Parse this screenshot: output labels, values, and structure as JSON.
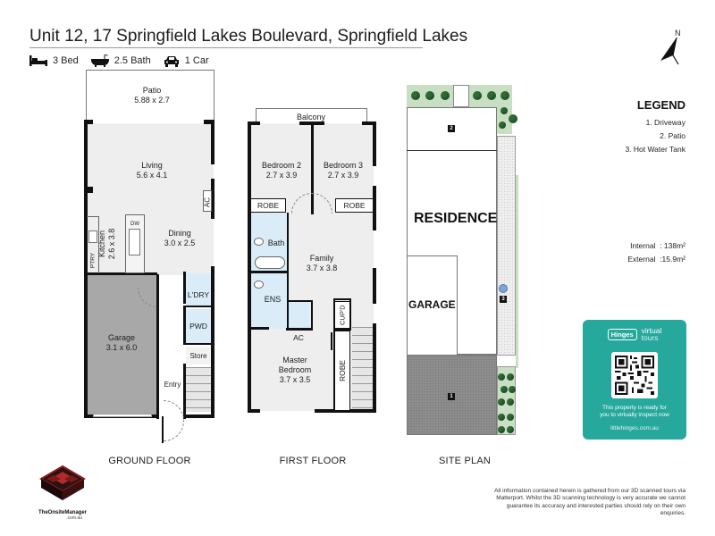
{
  "header": {
    "title": "Unit 12, 17 Springfield Lakes Boulevard, Springfield Lakes",
    "features": [
      {
        "icon": "bed-icon",
        "label": "3 Bed"
      },
      {
        "icon": "bath-icon",
        "label": "2.5 Bath"
      },
      {
        "icon": "car-icon",
        "label": "1 Car"
      }
    ]
  },
  "ground_floor": {
    "caption": "GROUND FLOOR",
    "rooms": {
      "patio": {
        "name": "Patio",
        "size": "5.88 x 2.7"
      },
      "living": {
        "name": "Living",
        "size": "5.6 x 4.1"
      },
      "dining": {
        "name": "Dining",
        "size": "3.0 x 2.5"
      },
      "kitchen": {
        "name": "Kitchen",
        "size": "2.6 x 3.8"
      },
      "garage": {
        "name": "Garage",
        "size": "3.1 x 6.0"
      },
      "laundry": {
        "name": "L'DRY"
      },
      "powder": {
        "name": "PWD"
      },
      "store": {
        "name": "Store"
      },
      "entry": {
        "name": "Entry"
      },
      "pantry": {
        "name": "PTRY"
      },
      "ac": {
        "name": "AC"
      },
      "dishwasher": {
        "name": "DW"
      }
    }
  },
  "first_floor": {
    "caption": "FIRST FLOOR",
    "rooms": {
      "balcony": {
        "name": "Balcony"
      },
      "bed2": {
        "name": "Bedroom 2",
        "size": "2.7 x 3.9"
      },
      "bed3": {
        "name": "Bedroom 3",
        "size": "2.7 x 3.9"
      },
      "robe_left": {
        "name": "ROBE"
      },
      "robe_right": {
        "name": "ROBE"
      },
      "bath": {
        "name": "Bath"
      },
      "family": {
        "name": "Family",
        "size": "3.7 x 3.8"
      },
      "ensuite": {
        "name": "ENS"
      },
      "cupboard": {
        "name": "CUP'D"
      },
      "ac": {
        "name": "AC"
      },
      "master": {
        "name": "Master\nBedroom",
        "name_line1": "Master",
        "name_line2": "Bedroom",
        "size": "3.7 x 3.5"
      },
      "robe_master": {
        "name": "ROBE"
      }
    }
  },
  "site_plan": {
    "caption": "SITE PLAN",
    "residence_label": "RESIDENCE",
    "garage_label": "GARAGE",
    "markers": [
      "1",
      "2",
      "3"
    ]
  },
  "compass": {
    "label": "N"
  },
  "legend": {
    "title": "LEGEND",
    "items": [
      "1. Driveway",
      "2. Patio",
      "3. Hot Water Tank"
    ]
  },
  "areas": {
    "internal_label": "Internal",
    "internal_value": ": 138m²",
    "external_label": "External",
    "external_value": ":15.9m²"
  },
  "qr_card": {
    "brand": "Hinges",
    "product_line1": "virtual",
    "product_line2": "tours",
    "text_line1": "This property is ready for",
    "text_line2": "you to virtually inspect now",
    "url": "littlehinges.com.au",
    "color": "#26a89c"
  },
  "disclaimer": "All information contained herein is gathered from our 3D scanned tours via Matterport. Whilst the 3D scanning technology is very accurate we cannot guarantee its accuracy and interested parties should rely on their own enquiries.",
  "logo": {
    "text": "TheOnsiteManager",
    "sub": ".com.au"
  },
  "colors": {
    "wet_area": "#d9ecf8",
    "floor": "#eeeeee",
    "garage": "#a8a8a8",
    "garden": "#c9dfc4",
    "tree": "#2f6b34",
    "hot_water": "#7fa3d6"
  }
}
